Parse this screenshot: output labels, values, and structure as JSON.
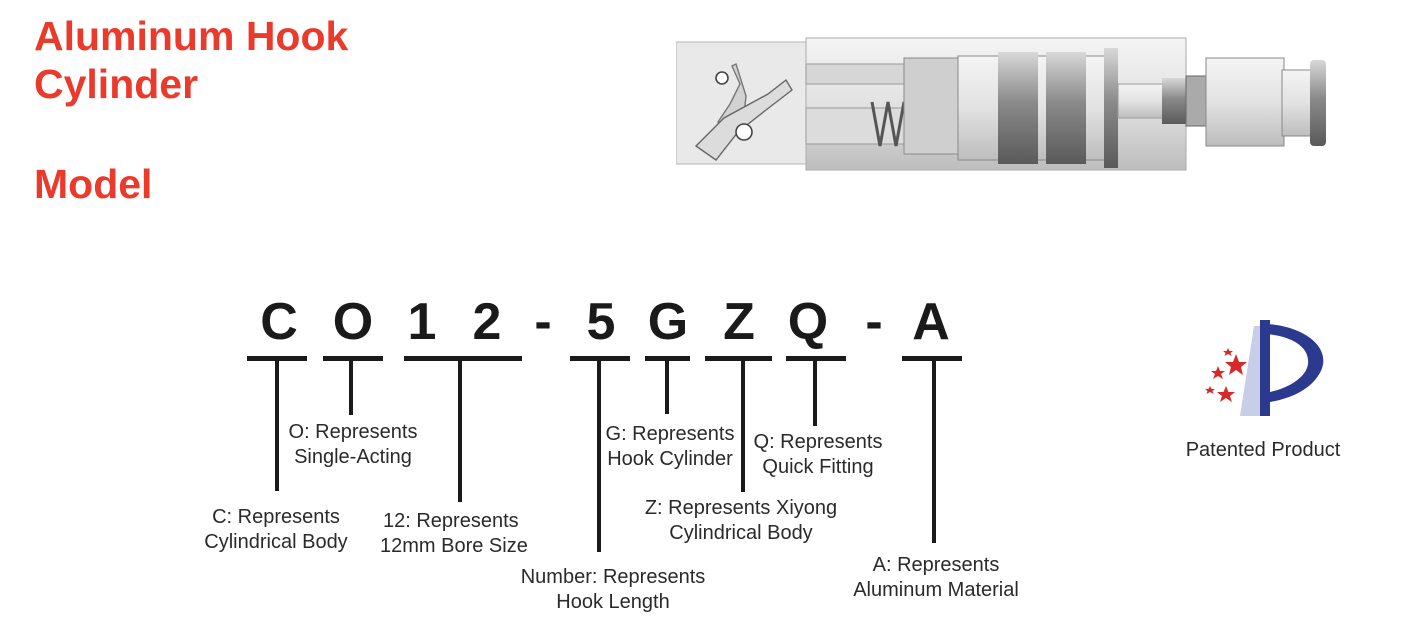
{
  "title": {
    "line1": "Aluminum Hook",
    "line2": "Cylinder",
    "model": "Model"
  },
  "model_code": {
    "letters": [
      "C",
      "O",
      "1",
      "2",
      "-",
      "5",
      "G",
      "Z",
      "Q",
      "-",
      "A"
    ]
  },
  "descriptions": {
    "o": {
      "line1": "O: Represents",
      "line2": "Single-Acting"
    },
    "c": {
      "line1": "C: Represents",
      "line2": "Cylindrical Body"
    },
    "bore": {
      "line1": "12: Represents",
      "line2": "12mm Bore Size"
    },
    "number": {
      "line1": "Number: Represents",
      "line2": "Hook Length"
    },
    "g": {
      "line1": "G: Represents",
      "line2": "Hook Cylinder"
    },
    "q": {
      "line1": "Q: Represents",
      "line2": "Quick Fitting"
    },
    "z": {
      "line1": "Z: Represents Xiyong",
      "line2": "Cylindrical Body"
    },
    "a": {
      "line1": "A: Represents",
      "line2": "Aluminum Material"
    }
  },
  "patent": {
    "label": "Patented Product"
  },
  "colors": {
    "title": "#ea3a2c",
    "text": "#1a1a1a",
    "logo_blue": "#2b3a8f",
    "logo_red": "#d62a2a"
  }
}
